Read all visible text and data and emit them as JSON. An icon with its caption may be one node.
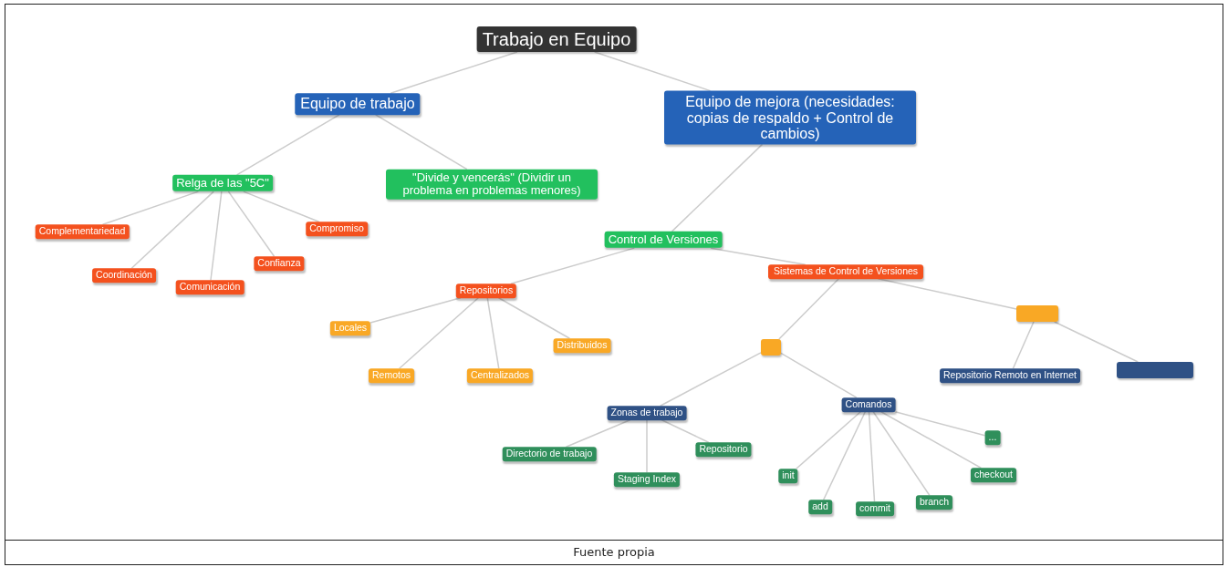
{
  "diagram": {
    "caption": "Fuente propia",
    "nodes": [
      {
        "text": [
          "Trabajo en Equipo"
        ]
      },
      {
        "text": [
          "Equipo de trabajo"
        ]
      },
      {
        "text": [
          "Equipo de mejora (necesidades: copias de respaldo + Control de cambios)"
        ]
      },
      {
        "text": [
          "Relga de las \"5C\""
        ]
      },
      {
        "text": [
          "\"Divide y vencerás\" (Dividir un problema en problemas menores)"
        ]
      },
      {
        "text": [
          "Complementariedad"
        ]
      },
      {
        "text": [
          "Coordinación"
        ]
      },
      {
        "text": [
          "Comunicación"
        ]
      },
      {
        "text": [
          "Confianza"
        ]
      },
      {
        "text": [
          "Compromiso"
        ]
      },
      {
        "text": [
          "Control de Versiones"
        ]
      },
      {
        "text": [
          "Repositorios"
        ]
      },
      {
        "text": [
          "Locales"
        ]
      },
      {
        "text": [
          "Remotos"
        ]
      },
      {
        "text": [
          "Centralizados"
        ]
      },
      {
        "text": [
          "Distribuidos"
        ]
      },
      {
        "text": [
          "Sistemas de Control de Versiones"
        ]
      },
      {
        "text": [],
        "shape": "box"
      },
      {
        "text": [],
        "shape": "box"
      },
      {
        "text": [
          "Zonas de trabajo"
        ]
      },
      {
        "text": [
          "Comandos"
        ]
      },
      {
        "text": [
          "Repositorio Remoto en Internet"
        ]
      },
      {
        "text": [],
        "shape": "box"
      },
      {
        "text": [
          "Directorio de trabajo"
        ]
      },
      {
        "text": [
          "Staging Index"
        ]
      },
      {
        "text": [
          "Repositorio"
        ]
      },
      {
        "text": [
          "init"
        ]
      },
      {
        "text": [
          "add"
        ]
      },
      {
        "text": [
          "commit"
        ]
      },
      {
        "text": [
          "branch"
        ]
      },
      {
        "text": [
          "checkout"
        ]
      },
      {
        "text": [
          "..."
        ]
      }
    ],
    "edges": [
      {
        "from": 0,
        "to": 1,
        "arrow": "none"
      },
      {
        "from": 0,
        "to": 2,
        "arrow": "none"
      },
      {
        "from": 1,
        "to": 3,
        "arrow": "none"
      },
      {
        "from": 1,
        "to": 4,
        "arrow": "none"
      },
      {
        "from": 3,
        "to": 5,
        "arrow": "none"
      },
      {
        "from": 3,
        "to": 6,
        "arrow": "none"
      },
      {
        "from": 3,
        "to": 7,
        "arrow": "none"
      },
      {
        "from": 3,
        "to": 8,
        "arrow": "none"
      },
      {
        "from": 3,
        "to": 9,
        "arrow": "none"
      },
      {
        "from": 2,
        "to": 10,
        "arrow": "none"
      },
      {
        "from": 10,
        "to": 11,
        "arrow": "none"
      },
      {
        "from": 10,
        "to": 16,
        "arrow": "none"
      },
      {
        "from": 11,
        "to": 12,
        "arrow": "none"
      },
      {
        "from": 11,
        "to": 13,
        "arrow": "none"
      },
      {
        "from": 11,
        "to": 14,
        "arrow": "none"
      },
      {
        "from": 11,
        "to": 15,
        "arrow": "none"
      },
      {
        "from": 16,
        "to": 17,
        "arrow": "none"
      },
      {
        "from": 16,
        "to": 18,
        "arrow": "none"
      },
      {
        "from": 17,
        "to": 19,
        "arrow": "none"
      },
      {
        "from": 17,
        "to": 20,
        "arrow": "none"
      },
      {
        "from": 18,
        "to": 21,
        "arrow": "none"
      },
      {
        "from": 18,
        "to": 22,
        "arrow": "none"
      },
      {
        "from": 19,
        "to": 23,
        "arrow": "none"
      },
      {
        "from": 19,
        "to": 24,
        "arrow": "none"
      },
      {
        "from": 19,
        "to": 25,
        "arrow": "none"
      },
      {
        "from": 20,
        "to": 26,
        "arrow": "none"
      },
      {
        "from": 20,
        "to": 27,
        "arrow": "none"
      },
      {
        "from": 20,
        "to": 28,
        "arrow": "none"
      },
      {
        "from": 20,
        "to": 29,
        "arrow": "none"
      },
      {
        "from": 20,
        "to": 30,
        "arrow": "none"
      },
      {
        "from": 20,
        "to": 31,
        "arrow": "none"
      }
    ]
  }
}
